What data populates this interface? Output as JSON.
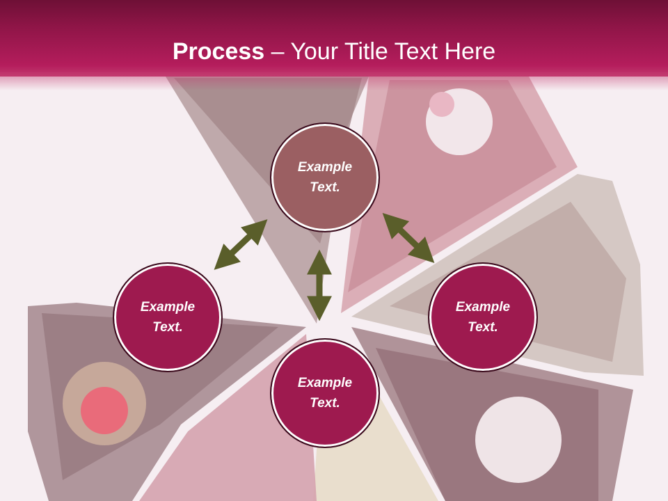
{
  "title": {
    "bold": "Process",
    "rest": " – Your Title Text Here"
  },
  "nodes": [
    {
      "id": "top",
      "text": "Example Text."
    },
    {
      "id": "left",
      "text": "Example Text."
    },
    {
      "id": "right",
      "text": "Example Text."
    },
    {
      "id": "bottom",
      "text": "Example Text."
    }
  ],
  "colors": {
    "header": "#b41d5c",
    "node": "#9e1a4f",
    "node_top": "#9b5f62",
    "arrow": "#5a5e2a"
  }
}
